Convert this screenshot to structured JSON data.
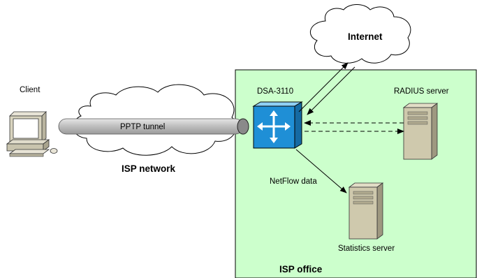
{
  "labels": {
    "client": "Client",
    "internet": "Internet",
    "dsa": "DSA-3110",
    "radius": "RADIUS server",
    "pptp": "PPTP tunnel",
    "isp_network": "ISP network",
    "netflow": "NetFlow data",
    "stats": "Statistics server",
    "isp_office": "ISP office"
  },
  "colors": {
    "office_fill": "#ccffcc",
    "router": "#1f8fd6",
    "tunnel": "#c9c9c9",
    "server": "#cfc9ad"
  }
}
